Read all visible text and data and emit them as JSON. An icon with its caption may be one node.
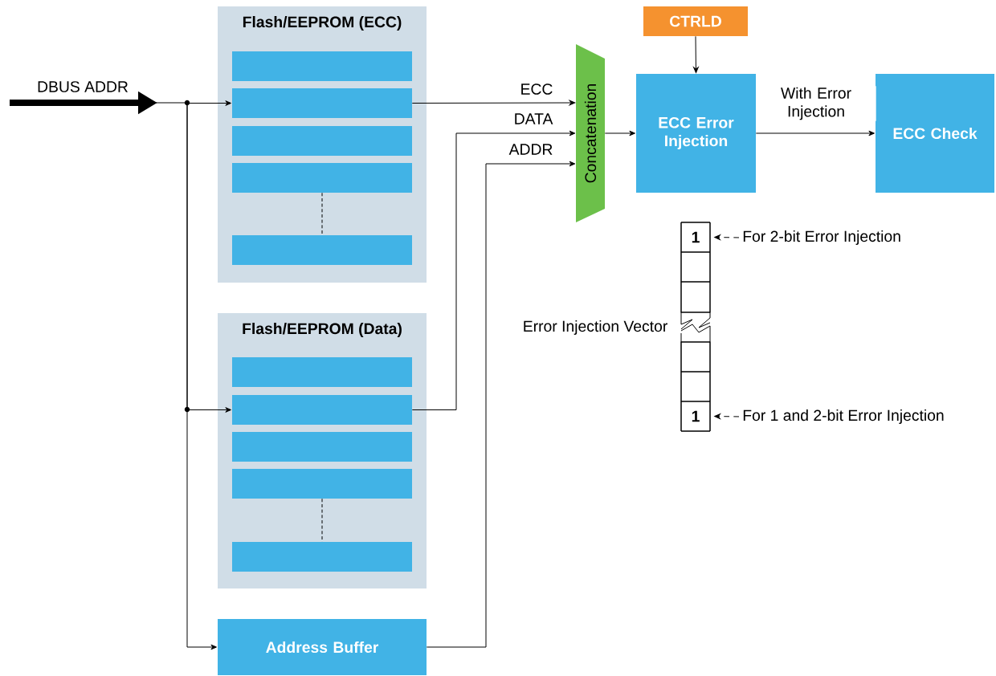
{
  "diagram": {
    "nodes": [
      {
        "text": [
          "Flash/EEPROM (ECC)"
        ]
      },
      {
        "text": [],
        "shape": "box",
        "in": 0
      },
      {
        "text": [],
        "shape": "box",
        "in": 0
      },
      {
        "text": [],
        "shape": "box",
        "in": 0
      },
      {
        "text": [],
        "shape": "box",
        "in": 0
      },
      {
        "text": [],
        "shape": "box",
        "in": 0
      },
      {
        "text": [
          "Flash/EEPROM (Data)"
        ]
      },
      {
        "text": [],
        "shape": "box",
        "in": 6
      },
      {
        "text": [],
        "shape": "box",
        "in": 6
      },
      {
        "text": [],
        "shape": "box",
        "in": 6
      },
      {
        "text": [],
        "shape": "box",
        "in": 6
      },
      {
        "text": [],
        "shape": "box",
        "in": 6
      },
      {
        "text": [
          "Address Buffer"
        ]
      },
      {
        "text": [
          "Concatenation"
        ]
      },
      {
        "text": [
          "CTRLD"
        ]
      },
      {
        "text": [
          "ECC Error Injection"
        ]
      },
      {
        "text": [
          "ECC Check"
        ]
      },
      {
        "text": [],
        "shape": "box",
        "beside": [
          "Error Injection Vector"
        ]
      },
      {
        "text": [
          "1"
        ],
        "in": 17
      },
      {
        "text": [],
        "shape": "box",
        "in": 17
      },
      {
        "text": [],
        "shape": "box",
        "in": 17
      },
      {
        "text": [],
        "shape": "box",
        "in": 17
      },
      {
        "text": [],
        "shape": "box",
        "in": 17
      },
      {
        "text": [
          "1"
        ],
        "in": 17
      },
      {
        "text": [
          "For 2-bit Error Injection"
        ]
      },
      {
        "text": [
          "For 1 and 2-bit Error Injection"
        ]
      }
    ],
    "edges": [
      {
        "from": null,
        "to": 2,
        "arrow": "to",
        "label": "DBUS ADDR",
        "style": "thick"
      },
      {
        "from": null,
        "to": 8,
        "arrow": "to"
      },
      {
        "from": null,
        "to": 12,
        "arrow": "to"
      },
      {
        "from": 2,
        "to": 13,
        "arrow": "to",
        "label": "ECC"
      },
      {
        "from": 8,
        "to": 13,
        "arrow": "to",
        "label": "DATA"
      },
      {
        "from": 12,
        "to": 13,
        "arrow": "to",
        "label": "ADDR"
      },
      {
        "from": 13,
        "to": 15,
        "arrow": "to"
      },
      {
        "from": 14,
        "to": 15,
        "arrow": "to"
      },
      {
        "from": 15,
        "to": 16,
        "arrow": "to",
        "label": "With Error Injection"
      },
      {
        "from": 24,
        "to": 18,
        "arrow": "to",
        "style": "dashed"
      },
      {
        "from": 25,
        "to": 23,
        "arrow": "to",
        "style": "dashed"
      },
      {
        "from": 4,
        "to": 5,
        "arrow": "none",
        "style": "dashed"
      },
      {
        "from": 10,
        "to": 11,
        "arrow": "none",
        "style": "dashed"
      }
    ]
  }
}
